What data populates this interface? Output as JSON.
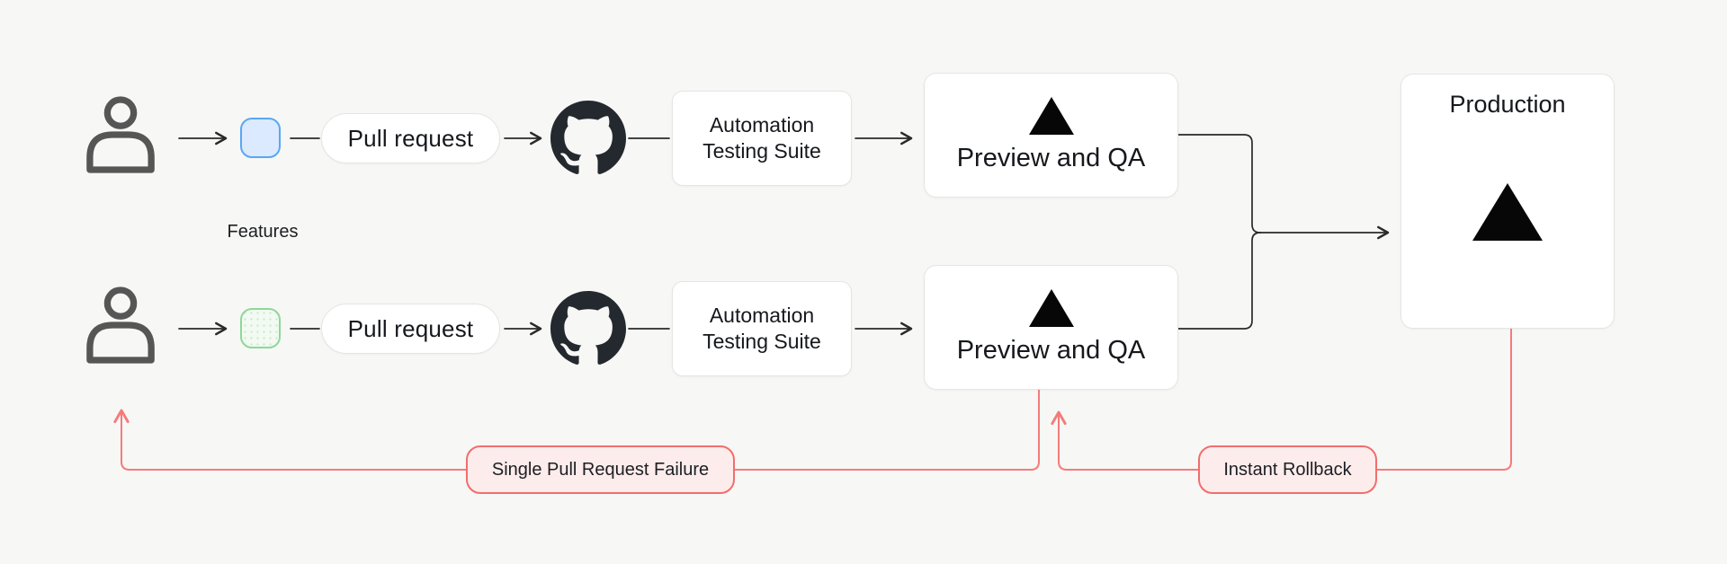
{
  "diagram": {
    "background_color": "#f7f7f5",
    "wire_color": "#2a2a2a",
    "failure_wire_color": "#f47b7b",
    "features_label": "Features",
    "lanes": [
      {
        "actor": "developer",
        "commit_border_color": "#5aa7f3",
        "commit_fill_color": "#dbeafe",
        "pull_request_label": "Pull request",
        "testing_label": "Automation Testing Suite",
        "preview_label": "Preview and QA"
      },
      {
        "actor": "developer",
        "commit_border_color": "#8fd79a",
        "commit_fill_color": "#f2faf2",
        "pull_request_label": "Pull request",
        "testing_label": "Automation Testing Suite",
        "preview_label": "Preview and QA"
      }
    ],
    "production": {
      "title": "Production"
    },
    "annotations": {
      "failure_label": "Single Pull Request Failure",
      "rollback_label": "Instant Rollback",
      "label_fill": "#fdecec",
      "label_border": "#f26d6d"
    }
  }
}
